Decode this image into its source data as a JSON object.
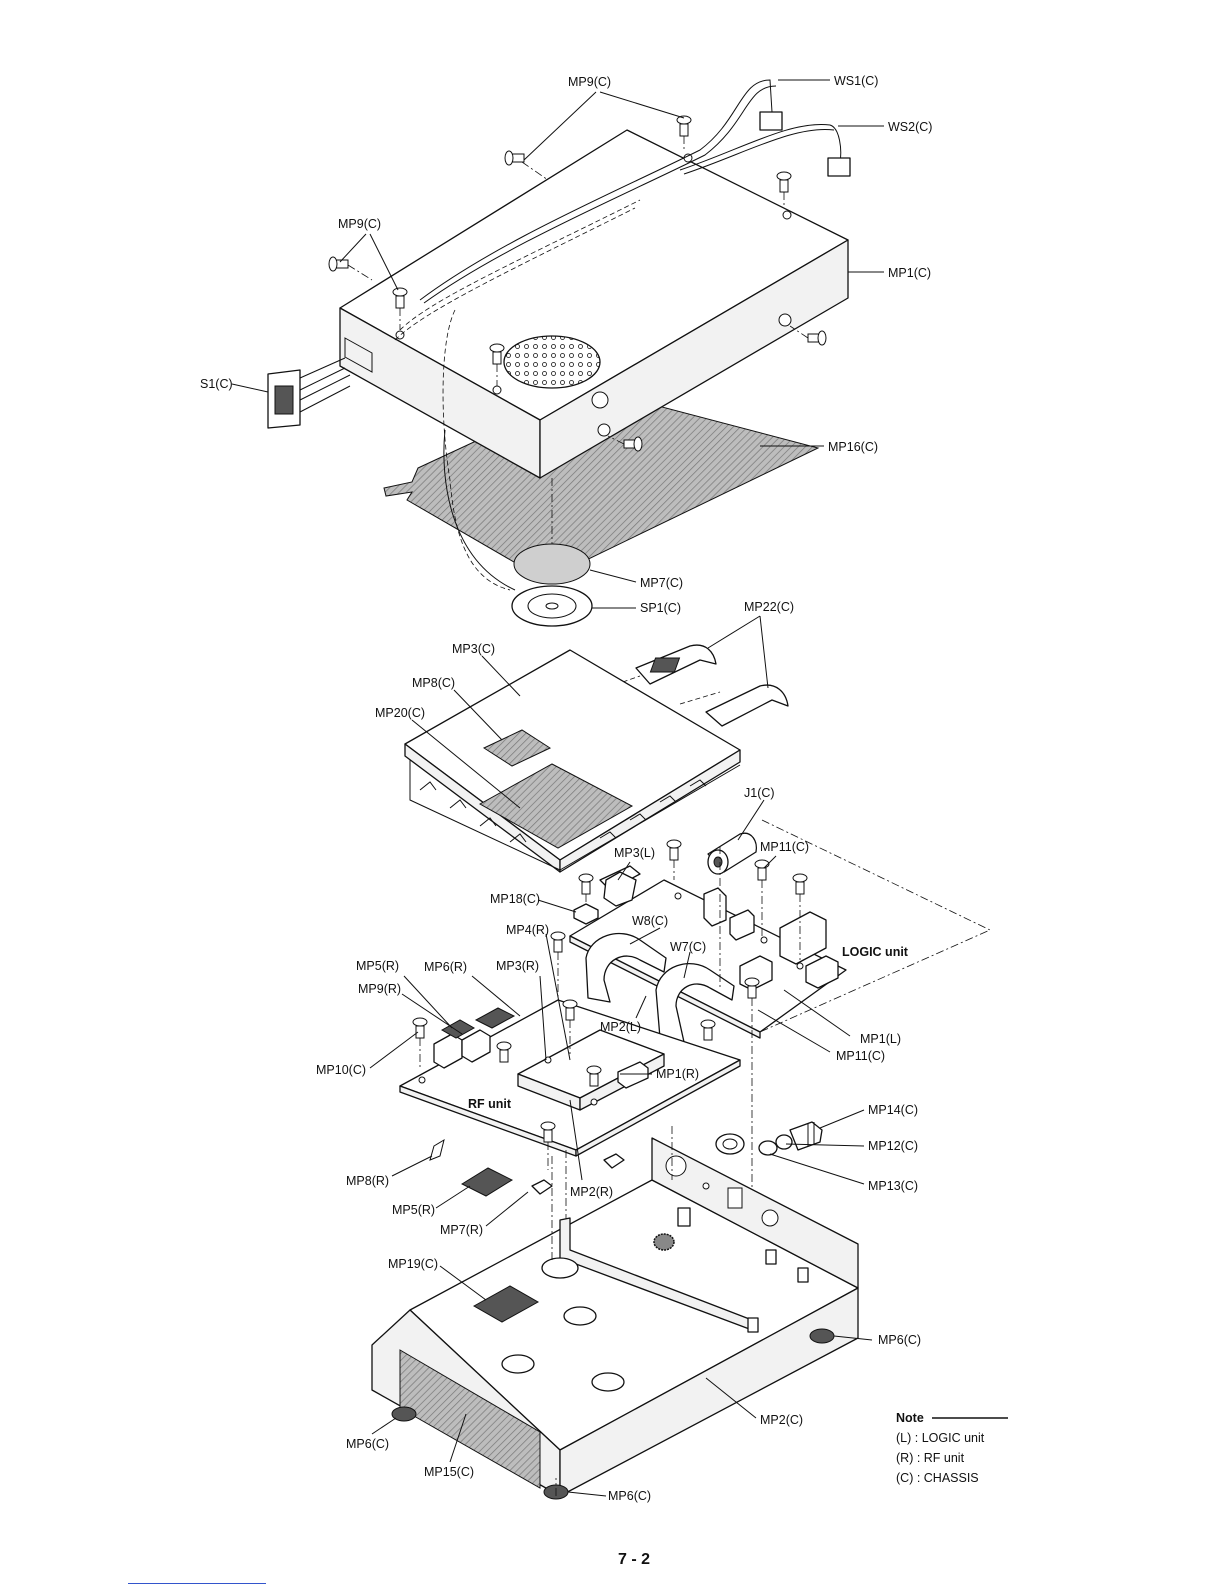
{
  "labels": {
    "mp9_top": "MP9(C)",
    "ws1": "WS1(C)",
    "ws2": "WS2(C)",
    "mp9_left": "MP9(C)",
    "mp1_c": "MP1(C)",
    "s1": "S1(C)",
    "mp16": "MP16(C)",
    "mp7_c": "MP7(C)",
    "sp1": "SP1(C)",
    "mp22": "MP22(C)",
    "mp3_c": "MP3(C)",
    "mp8_c": "MP8(C)",
    "mp20": "MP20(C)",
    "j1": "J1(C)",
    "mp11_top": "MP11(C)",
    "mp3_l": "MP3(L)",
    "mp18": "MP18(C)",
    "mp4_r": "MP4(R)",
    "w8": "W8(C)",
    "w7": "W7(C)",
    "logic_unit": "LOGIC unit",
    "mp5_r_top": "MP5(R)",
    "mp6_r": "MP6(R)",
    "mp3_r": "MP3(R)",
    "mp9_r": "MP9(R)",
    "mp2_l": "MP2(L)",
    "mp1_l": "MP1(L)",
    "mp11_bottom": "MP11(C)",
    "mp10": "MP10(C)",
    "mp1_r": "MP1(R)",
    "rf_unit": "RF unit",
    "mp14": "MP14(C)",
    "mp12": "MP12(C)",
    "mp13": "MP13(C)",
    "mp8_r": "MP8(R)",
    "mp2_r": "MP2(R)",
    "mp5_r_bottom": "MP5(R)",
    "mp7_r": "MP7(R)",
    "mp19": "MP19(C)",
    "mp6_c_right": "MP6(C)",
    "mp2_c": "MP2(C)",
    "mp6_c_left": "MP6(C)",
    "mp15": "MP15(C)",
    "mp6_c_bottom": "MP6(C)"
  },
  "note": {
    "title": "Note",
    "lines": [
      "(L)  : LOGIC unit",
      "(R)  : RF unit",
      "(C)  : CHASSIS"
    ]
  },
  "page_number": "7 - 2"
}
